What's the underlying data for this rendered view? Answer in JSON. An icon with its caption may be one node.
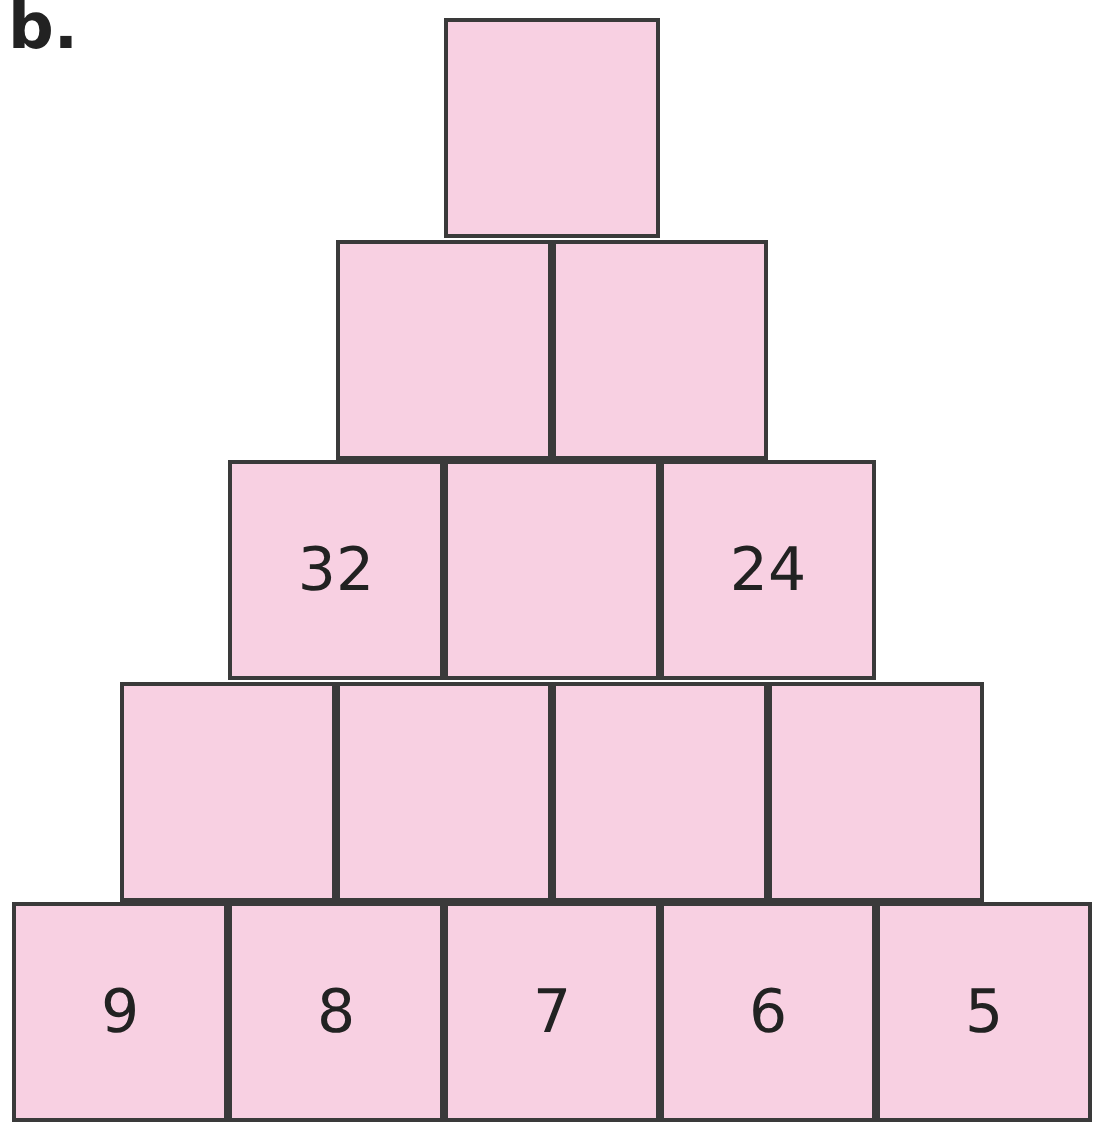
{
  "diagram": {
    "nodes": [
      {
        "text": [],
        "shape": "box"
      },
      {
        "text": [],
        "shape": "box"
      },
      {
        "text": [],
        "shape": "box"
      },
      {
        "text": [
          "32"
        ]
      },
      {
        "text": [],
        "shape": "box"
      },
      {
        "text": [
          "24"
        ]
      },
      {
        "text": [],
        "shape": "box"
      },
      {
        "text": [],
        "shape": "box"
      },
      {
        "text": [],
        "shape": "box"
      },
      {
        "text": [],
        "shape": "box"
      },
      {
        "text": [
          "9"
        ]
      },
      {
        "text": [
          "8"
        ]
      },
      {
        "text": [
          "7"
        ]
      },
      {
        "text": [
          "6"
        ]
      },
      {
        "text": [
          "5"
        ]
      }
    ],
    "labels": [
      "b."
    ]
  }
}
